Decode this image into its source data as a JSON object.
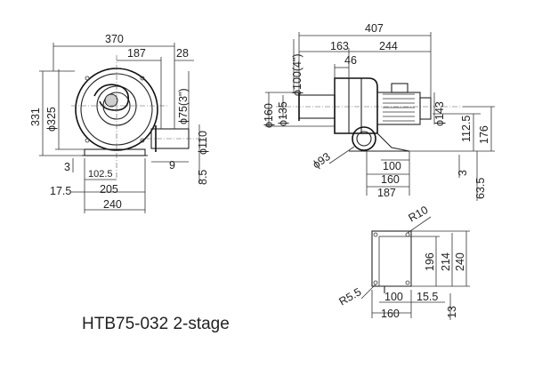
{
  "model": {
    "title": "HTB75-032 2-stage"
  },
  "front_view": {
    "dims": {
      "overall_width": "370",
      "half_width": "187",
      "outlet_offset": "28",
      "height": "331",
      "casing_dia": "ϕ325",
      "outlet_dia": "ϕ75(3\")",
      "flange_dia": "ϕ110",
      "base_offset": "3",
      "outlet_gap": "9",
      "outlet_drop": "8.5",
      "base_inner": "102.5",
      "base_mid": "205",
      "base_left": "17.5",
      "base_total": "240"
    }
  },
  "side_view": {
    "dims": {
      "overall_length": "407",
      "body_length": "163",
      "motor_length": "244",
      "inlet_length": "46",
      "inlet_dia": "ϕ100(4\")",
      "outer_dia": "ϕ160",
      "inner_dia": "ϕ135",
      "motor_dia": "ϕ143",
      "height_low": "112.5",
      "height_total": "176",
      "outlet_dia": "ϕ93",
      "base_100": "100",
      "base_160": "160",
      "base_187": "187",
      "base_offset": "3",
      "base_height": "63.5"
    }
  },
  "base_view": {
    "dims": {
      "corner_radius": "R10",
      "hole_radius": "R5.5",
      "inner_h": "196",
      "mid_h": "214",
      "outer_h": "240",
      "inner_w": "100",
      "offset": "15.5",
      "outer_w": "160",
      "thickness": "13"
    }
  }
}
